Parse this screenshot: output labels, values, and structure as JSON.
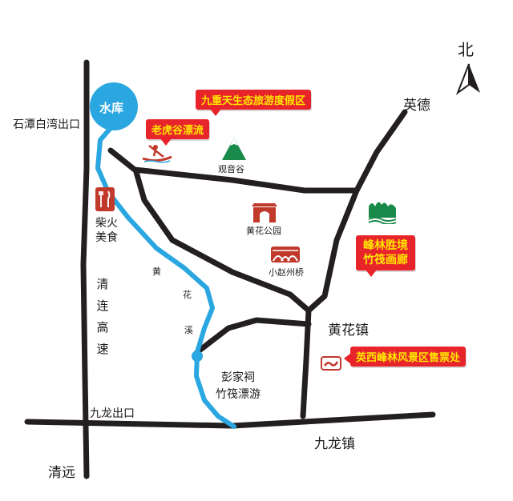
{
  "compass": {
    "north_label": "北",
    "icon": "north-arrow-icon"
  },
  "reservoir": {
    "label": "水库",
    "color": "#2aa6e0"
  },
  "places": {
    "shitan_exit": "石潭白湾出口",
    "yingde": "英德",
    "huanghua_town": "黄花镇",
    "jiulong_town": "九龙镇",
    "jiulong_exit": "九龙出口",
    "qingyuan": "清远",
    "guanyin_valley": "观音谷",
    "huanghua_park": "黄花公园",
    "xiaozhao_bridge": "小赵州桥",
    "firewood_food": [
      "柴火",
      "美食"
    ],
    "pengjia_rafting": [
      "彭家祠",
      "竹筏漂游"
    ]
  },
  "highway": {
    "chars": [
      "清",
      "连",
      "高",
      "速"
    ]
  },
  "creek": {
    "chars": [
      "黄",
      "花",
      "溪"
    ]
  },
  "callouts": {
    "resort": "九重天生态旅游度假区",
    "rafting": "老虎谷漂流",
    "gallery": [
      "峰林胜境",
      "竹筏画廊"
    ],
    "ticket": "英西峰林风景区售票处"
  },
  "colors": {
    "callout_bg": "#e8242b",
    "callout_text": "#ffe600",
    "road": "#231f20",
    "river": "#2aa6e0",
    "icon_green": "#1a8a4a",
    "icon_red": "#c0392b"
  },
  "icons": [
    "kayak-icon",
    "mountain-icon",
    "fork-knife-icon",
    "gate-icon",
    "bridge-icon",
    "karst-peaks-icon",
    "ticket-icon"
  ]
}
